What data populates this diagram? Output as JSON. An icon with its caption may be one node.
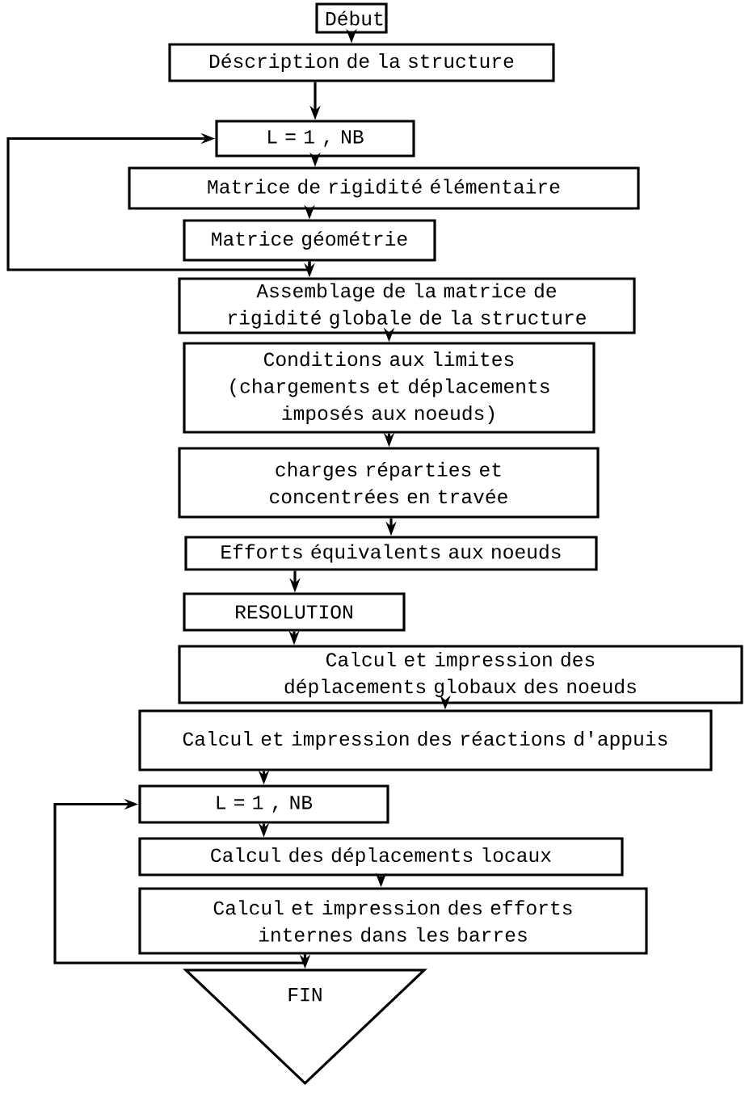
{
  "diagram": {
    "nodes": [
      {
        "text": [
          "Début"
        ]
      },
      {
        "text": [
          "Déscription de la structure"
        ]
      },
      {
        "text": [
          "L = 1 , NB"
        ]
      },
      {
        "text": [
          "Matrice de rigidité élémentaire"
        ]
      },
      {
        "text": [
          "Matrice géométrie"
        ]
      },
      {
        "text": [
          "Assemblage de la matrice de rigidité globale de la structure"
        ]
      },
      {
        "text": [
          "Conditions aux limites (chargements et déplacements imposés aux noeuds)"
        ]
      },
      {
        "text": [
          "charges réparties et concentrées en travée"
        ]
      },
      {
        "text": [
          "Efforts équivalents aux noeuds"
        ]
      },
      {
        "text": [
          "RESOLUTION"
        ]
      },
      {
        "text": [
          "Calcul et impression des déplacements globaux des noeuds"
        ]
      },
      {
        "text": [
          "Calcul et impression des réactions d'appuis"
        ]
      },
      {
        "text": [
          "L = 1 , NB"
        ]
      },
      {
        "text": [
          "Calcul des déplacements locaux"
        ]
      },
      {
        "text": [
          "Calcul et impression des efforts internes dans les barres"
        ]
      },
      {
        "text": [
          "FIN"
        ]
      }
    ],
    "edges": [
      {
        "from": 0,
        "to": 1,
        "arrow": "to"
      },
      {
        "from": 1,
        "to": 2,
        "arrow": "to"
      },
      {
        "from": 2,
        "to": 3,
        "arrow": "to"
      },
      {
        "from": 3,
        "to": 4,
        "arrow": "to"
      },
      {
        "from": 4,
        "to": 5,
        "arrow": "to"
      },
      {
        "from": 4,
        "to": 2,
        "arrow": "to"
      },
      {
        "from": 5,
        "to": 6,
        "arrow": "to"
      },
      {
        "from": 6,
        "to": 7,
        "arrow": "to"
      },
      {
        "from": 7,
        "to": 8,
        "arrow": "to"
      },
      {
        "from": 8,
        "to": 9,
        "arrow": "to"
      },
      {
        "from": 9,
        "to": 10,
        "arrow": "to"
      },
      {
        "from": 10,
        "to": 11,
        "arrow": "to"
      },
      {
        "from": 11,
        "to": 12,
        "arrow": "to"
      },
      {
        "from": 12,
        "to": 13,
        "arrow": "to"
      },
      {
        "from": 13,
        "to": 14,
        "arrow": "to"
      },
      {
        "from": 14,
        "to": 15,
        "arrow": "to"
      },
      {
        "from": 14,
        "to": 12,
        "arrow": "to"
      }
    ]
  }
}
